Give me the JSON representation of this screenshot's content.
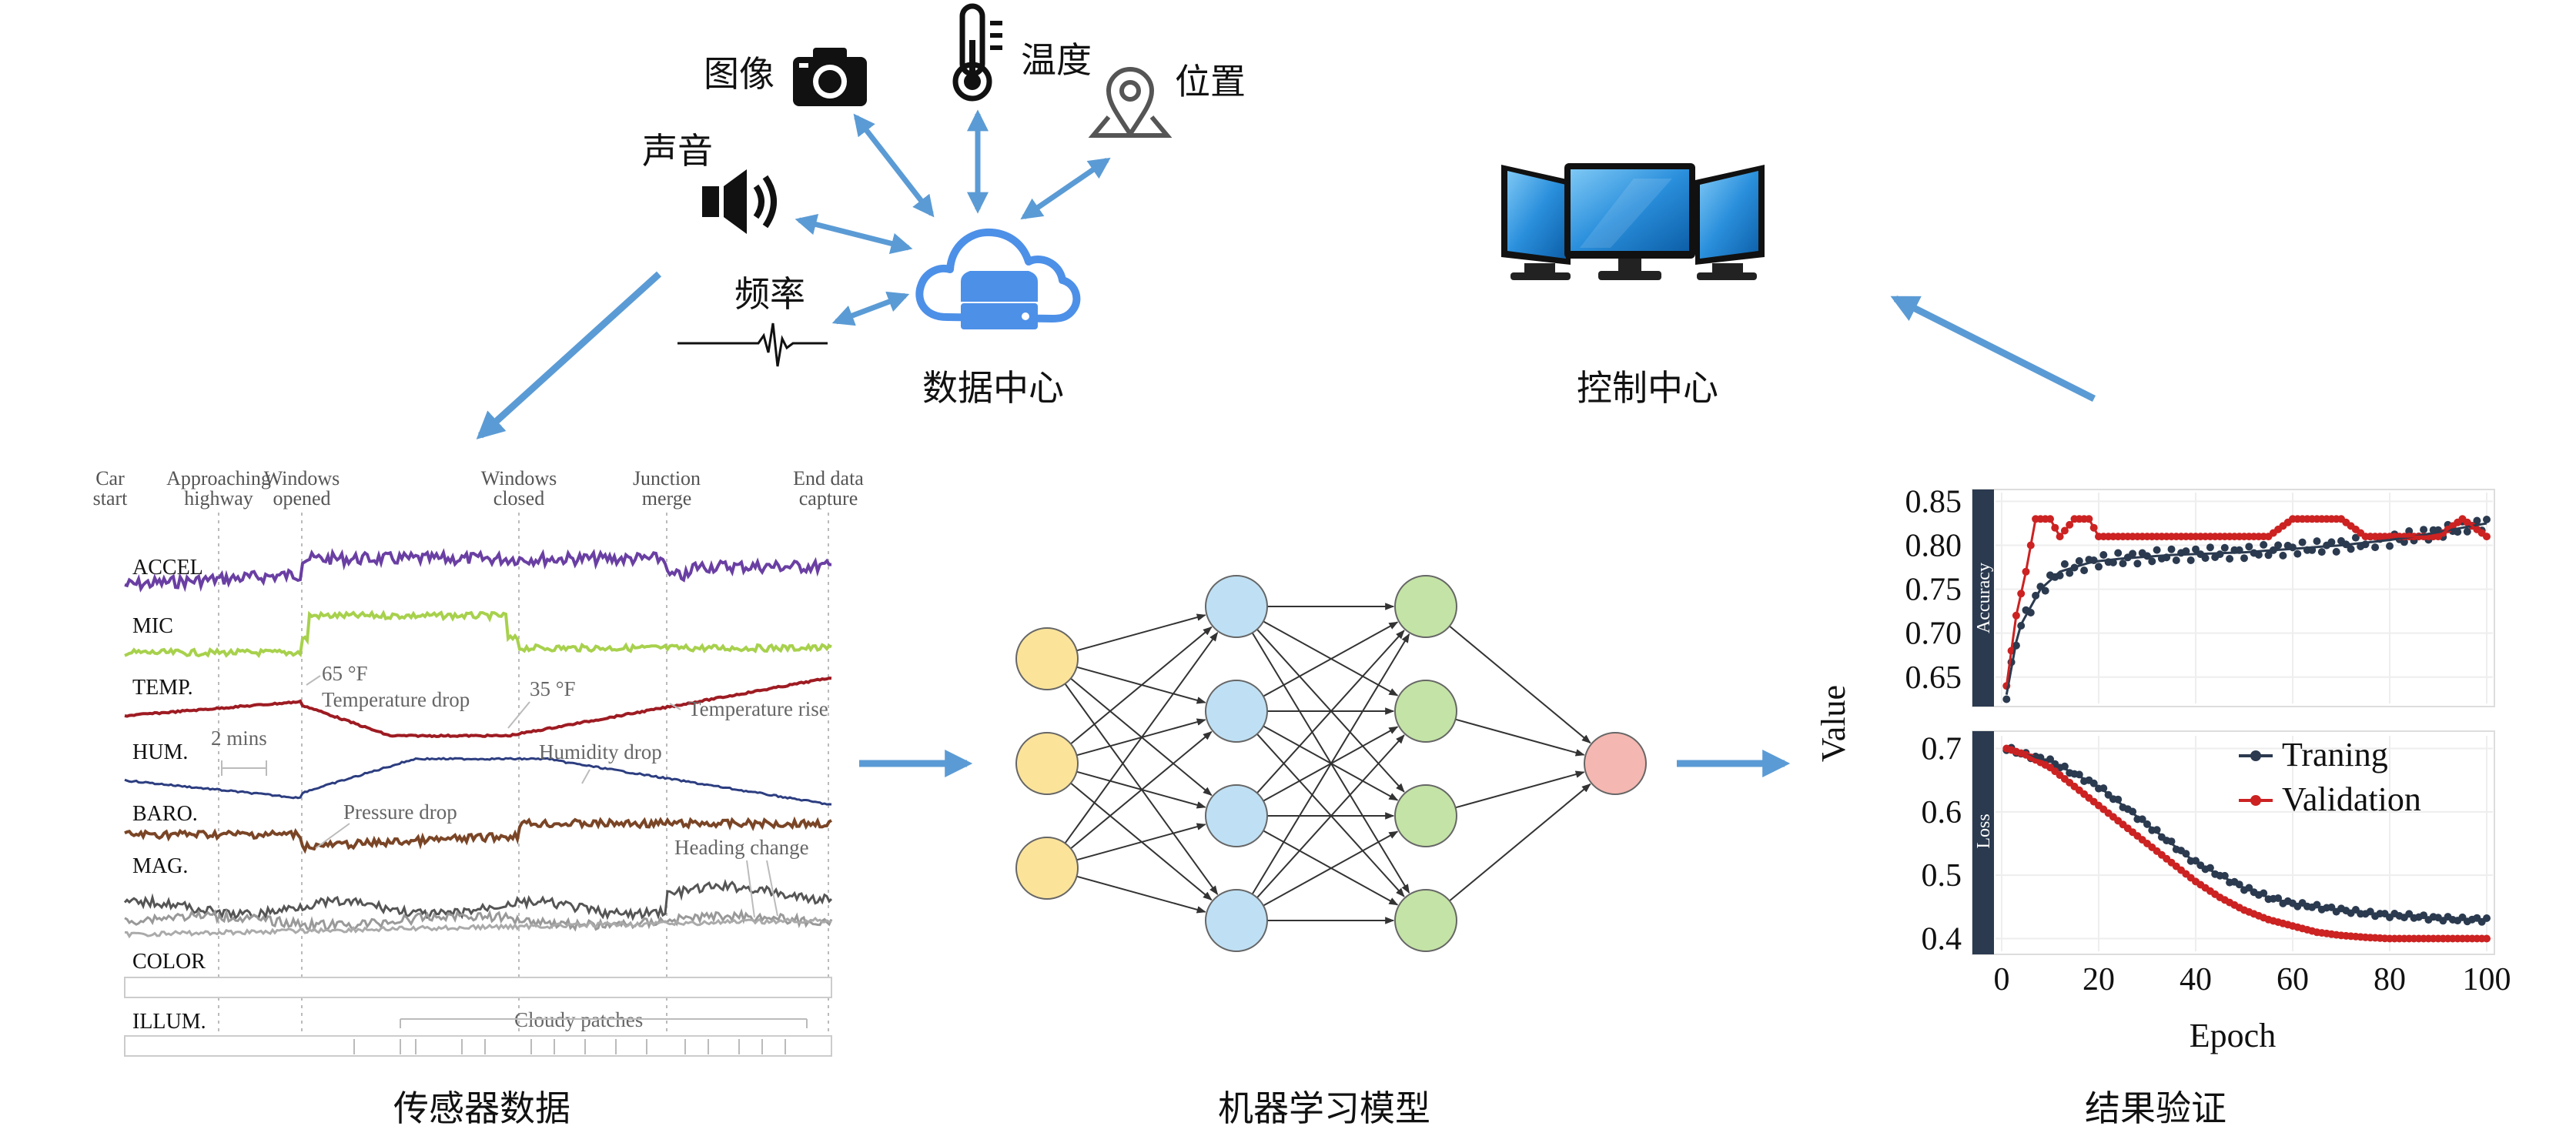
{
  "colors": {
    "arrow": "#5b9bd5",
    "icon_dark": "#1a1a1a",
    "cloud": "#4d90e8",
    "node_input": "#fbe39a",
    "node_hidden1": "#bfe0f4",
    "node_hidden2": "#c4e3a6",
    "node_output": "#f5b7b1",
    "accel": "#6a3fa3",
    "mic": "#a7d14c",
    "temp": "#9e1b22",
    "baro_line": "#2c3d80",
    "baro": "#7a4526",
    "training": "#2b3a4f",
    "validation": "#cc2222",
    "panel_strip": "#2b3a4f"
  },
  "top": {
    "sources": [
      {
        "label": "图像",
        "icon": "camera-icon"
      },
      {
        "label": "温度",
        "icon": "thermometer-icon"
      },
      {
        "label": "位置",
        "icon": "location-icon"
      },
      {
        "label": "声音",
        "icon": "speaker-icon"
      },
      {
        "label": "频率",
        "icon": "waveform-icon"
      }
    ],
    "data_center_label": "数据中心",
    "data_center_icon": "cloud-server-icon",
    "control_center_label": "控制中心",
    "control_center_icon": "monitors-icon"
  },
  "sensor": {
    "events": [
      {
        "line1": "Car",
        "line2": "start"
      },
      {
        "line1": "Approaching",
        "line2": "highway"
      },
      {
        "line1": "Windows",
        "line2": "opened"
      },
      {
        "line1": "Windows",
        "line2": "closed"
      },
      {
        "line1": "Junction",
        "line2": "merge"
      },
      {
        "line1": "End data",
        "line2": "capture"
      }
    ],
    "channels": [
      "ACCEL",
      "MIC",
      "TEMP.",
      "HUM.",
      "BARO.",
      "MAG.",
      "COLOR",
      "ILLUM."
    ],
    "annotations": {
      "temp_65": "65 °F",
      "temp_drop": "Temperature drop",
      "temp_35": "35 °F",
      "temp_rise": "Temperature rise",
      "scale": "2 mins",
      "humidity_drop": "Humidity drop",
      "pressure_drop": "Pressure drop",
      "heading_change": "Heading change",
      "cloudy": "Cloudy patches"
    },
    "caption": "传感器数据"
  },
  "nn": {
    "layers": [
      3,
      4,
      4,
      1
    ],
    "caption": "机器学习模型"
  },
  "results": {
    "caption": "结果验证",
    "ylabel": "Value",
    "xlabel": "Epoch",
    "xticks": [
      "0",
      "20",
      "40",
      "60",
      "80",
      "100"
    ],
    "acc_label": "Accuracy",
    "acc_yticks": [
      "0.85",
      "0.80",
      "0.75",
      "0.70",
      "0.65"
    ],
    "loss_label": "Loss",
    "loss_yticks": [
      "0.7",
      "0.6",
      "0.5",
      "0.4"
    ],
    "legend": [
      "Traning",
      "Validation"
    ]
  },
  "chart_data": [
    {
      "type": "scatter",
      "panel": "Accuracy",
      "xlabel": "Epoch",
      "ylabel": "Value",
      "xlim": [
        0,
        100
      ],
      "ylim": [
        0.62,
        0.86
      ],
      "series": [
        {
          "name": "Traning",
          "x": [
            1,
            2,
            3,
            4,
            5,
            6,
            8,
            10,
            12,
            15,
            18,
            20,
            25,
            30,
            35,
            40,
            45,
            50,
            55,
            60,
            65,
            70,
            75,
            80,
            85,
            90,
            95,
            100
          ],
          "y": [
            0.63,
            0.66,
            0.69,
            0.71,
            0.72,
            0.73,
            0.75,
            0.76,
            0.77,
            0.775,
            0.78,
            0.782,
            0.785,
            0.787,
            0.789,
            0.79,
            0.791,
            0.792,
            0.794,
            0.796,
            0.798,
            0.8,
            0.803,
            0.806,
            0.81,
            0.815,
            0.82,
            0.825
          ]
        },
        {
          "name": "Validation",
          "x": [
            1,
            2,
            3,
            5,
            7,
            10,
            12,
            15,
            18,
            20,
            25,
            30,
            35,
            40,
            45,
            50,
            55,
            60,
            65,
            70,
            75,
            80,
            85,
            90,
            95,
            100
          ],
          "y": [
            0.64,
            0.68,
            0.72,
            0.77,
            0.83,
            0.83,
            0.81,
            0.83,
            0.83,
            0.81,
            0.81,
            0.81,
            0.81,
            0.81,
            0.81,
            0.81,
            0.81,
            0.83,
            0.83,
            0.83,
            0.81,
            0.81,
            0.81,
            0.81,
            0.83,
            0.81
          ]
        }
      ]
    },
    {
      "type": "scatter",
      "panel": "Loss",
      "xlabel": "Epoch",
      "ylabel": "Value",
      "xlim": [
        0,
        100
      ],
      "ylim": [
        0.38,
        0.72
      ],
      "series": [
        {
          "name": "Traning",
          "x": [
            1,
            5,
            10,
            15,
            20,
            25,
            30,
            35,
            40,
            45,
            50,
            55,
            60,
            65,
            70,
            75,
            80,
            85,
            90,
            95,
            100
          ],
          "y": [
            0.7,
            0.69,
            0.68,
            0.66,
            0.64,
            0.61,
            0.58,
            0.55,
            0.52,
            0.5,
            0.48,
            0.465,
            0.455,
            0.45,
            0.445,
            0.44,
            0.437,
            0.435,
            0.432,
            0.43,
            0.43
          ]
        },
        {
          "name": "Validation",
          "x": [
            1,
            5,
            10,
            15,
            20,
            25,
            30,
            35,
            40,
            45,
            50,
            55,
            60,
            65,
            70,
            75,
            80,
            85,
            90,
            95,
            100
          ],
          "y": [
            0.7,
            0.69,
            0.67,
            0.64,
            0.61,
            0.58,
            0.55,
            0.52,
            0.49,
            0.465,
            0.445,
            0.43,
            0.42,
            0.41,
            0.405,
            0.402,
            0.4,
            0.4,
            0.4,
            0.4,
            0.4
          ]
        }
      ]
    }
  ]
}
